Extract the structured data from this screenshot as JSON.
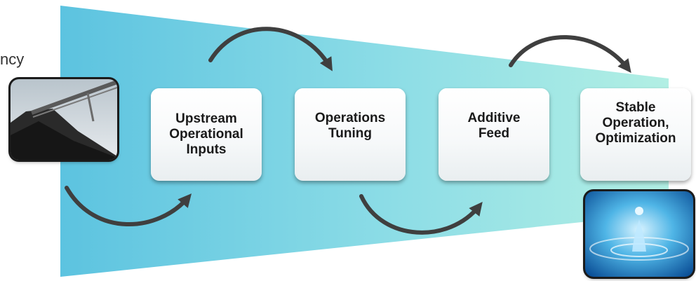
{
  "diagram": {
    "partial_label": "ncy",
    "steps": [
      {
        "label": "Upstream\nOperational\nInputs"
      },
      {
        "label": "Operations\nTuning"
      },
      {
        "label": "Additive\nFeed"
      },
      {
        "label": "Stable\nOperation,\nOptimization"
      }
    ],
    "images": {
      "left": "coal-pile-conveyor-photo",
      "right": "water-droplet-photo"
    },
    "colors": {
      "funnel_left": "#5cc3e0",
      "funnel_right": "#a9ece4",
      "arrow": "#3f3f3f",
      "card_text": "#1a1a1a"
    }
  }
}
